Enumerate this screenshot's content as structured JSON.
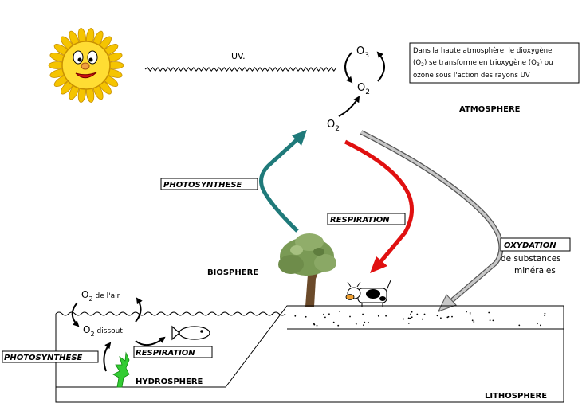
{
  "labels": {
    "uv": "UV.",
    "o3_top": "O",
    "o3_sub": "3",
    "o2_mid": "O",
    "o2_mid_sub": "2",
    "o2_main": "O",
    "o2_main_sub": "2",
    "atmosphere": "ATMOSPHERE",
    "biosphere": "BIOSPHERE",
    "hydrosphere": "HYDROSPHERE",
    "lithosphere": "LITHOSPHERE",
    "photosynthese_top": "PHOTOSYNTHESE",
    "respiration_top": "RESPIRATION",
    "oxydation": "OXYDATION",
    "oxydation_line2": "de substances",
    "oxydation_line3": "minérales",
    "o2_air": "O",
    "o2_air_sub": "2",
    "o2_air_text": "de l'air",
    "o2_dissout": "O",
    "o2_dissout_sub": "2",
    "o2_dissout_text": "dissout",
    "photosynthese_bottom": "PHOTOSYNTHESE",
    "respiration_bottom": "RESPIRATION"
  },
  "infobox": {
    "line1": "Dans la haute atmosphère, le dioxygène",
    "line2_a": "(O",
    "line2_sub": "2",
    "line2_b": ") se transforme en trioxygène (O",
    "line2_sub2": "3",
    "line2_c": ") ou",
    "line3": "ozone sous l'action des rayons UV"
  },
  "colors": {
    "photosynthesis_arrow": "#1f7a7a",
    "respiration_arrow": "#e01010",
    "oxidation_arrow": "#c8c8c8",
    "sun_petals": "#f5c400",
    "sun_face": "#ffdd33",
    "plant": "#33cc33",
    "tree_foliage": "#7a9a55",
    "tree_trunk": "#6b4a2a"
  }
}
